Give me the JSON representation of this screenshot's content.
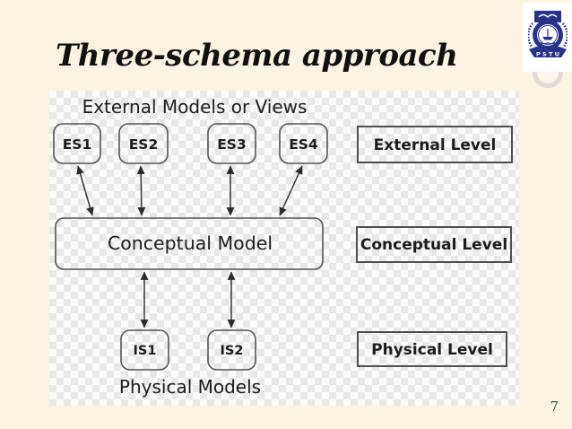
{
  "slide": {
    "title": "Three-schema approach",
    "page_number": "7"
  },
  "logo": {
    "name": "pstu-university-seal",
    "banner_text": "P S T U"
  },
  "diagram": {
    "top_label": "External Models or Views",
    "external_schemas": [
      "ES1",
      "ES2",
      "ES3",
      "ES4"
    ],
    "center_box_label": "Conceptual Model",
    "internal_schemas": [
      "IS1",
      "IS2"
    ],
    "bottom_label": "Physical Models",
    "levels": [
      "External Level",
      "Conceptual Level",
      "Physical Level"
    ]
  },
  "colors": {
    "slide_background": "#fcf3e3",
    "checker_light": "#fbfbfa",
    "checker_dark": "#e8e8e7",
    "diagram_line": "#2b2b2b",
    "box_border": "#555555",
    "diagram_text": "#1c1c1c",
    "logo_navy": "#27338a",
    "page_number_green": "#2f684c",
    "title_color": "#111111"
  }
}
